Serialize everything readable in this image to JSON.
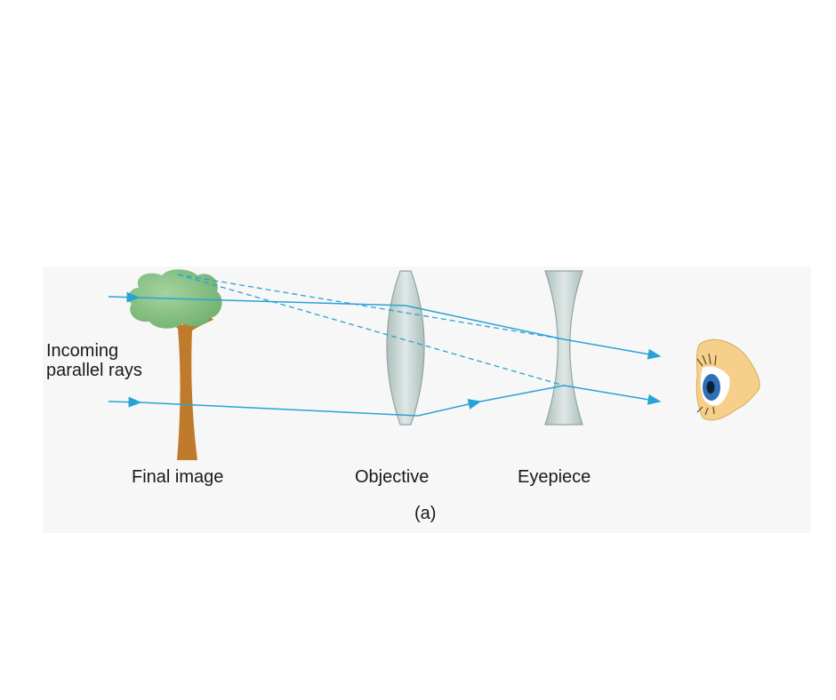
{
  "labels": {
    "incoming": "Incoming\nparallel rays",
    "incoming_line1": "Incoming",
    "incoming_line2": "parallel rays",
    "final_image": "Final image",
    "objective": "Objective",
    "eyepiece": "Eyepiece",
    "caption": "(a)"
  },
  "colors": {
    "ray": "#29a3d6",
    "lens": "#c9d6d4",
    "lens_edge": "#8fa5a2",
    "tree_foliage": "#8cc48a",
    "tree_trunk": "#c07a2c",
    "eye_skin": "#f6d08a",
    "iris": "#2e6fb5",
    "background_panel": "#f7f7f7"
  },
  "icons": {
    "tree": "tree-icon",
    "eye": "eye-icon"
  }
}
